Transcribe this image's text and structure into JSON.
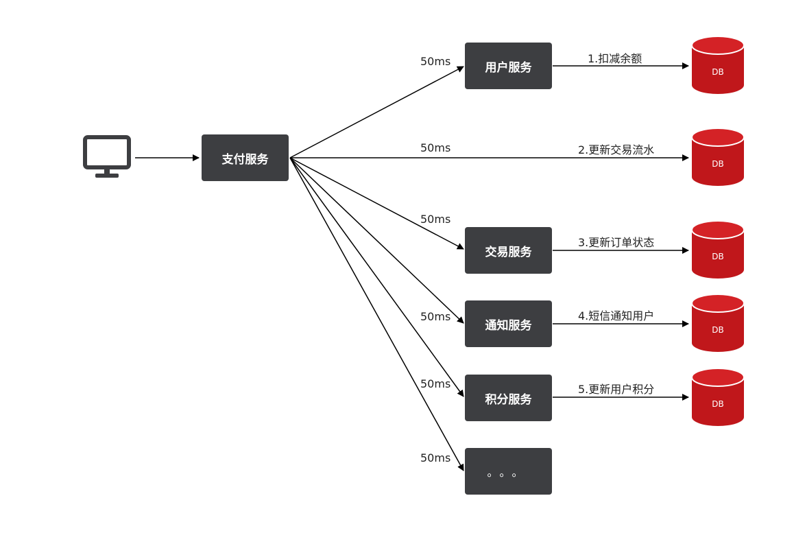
{
  "client": {
    "icon": "monitor-icon"
  },
  "payment_service": {
    "label": "支付服务"
  },
  "services": [
    {
      "label": "用户服务",
      "latency": "50ms",
      "action": "1.扣减余额",
      "db": "DB"
    },
    {
      "label": "",
      "latency": "50ms",
      "action": "2.更新交易流水",
      "db": "DB"
    },
    {
      "label": "交易服务",
      "latency": "50ms",
      "action": "3.更新订单状态",
      "db": "DB"
    },
    {
      "label": "通知服务",
      "latency": "50ms",
      "action": "4.短信通知用户",
      "db": "DB"
    },
    {
      "label": "积分服务",
      "latency": "50ms",
      "action": "5.更新用户积分",
      "db": "DB"
    },
    {
      "label": "。。。",
      "latency": "50ms"
    }
  ],
  "colors": {
    "box": "#3d3e41",
    "db": "#c0171b",
    "db_top": "#d42226",
    "line": "#000000"
  }
}
